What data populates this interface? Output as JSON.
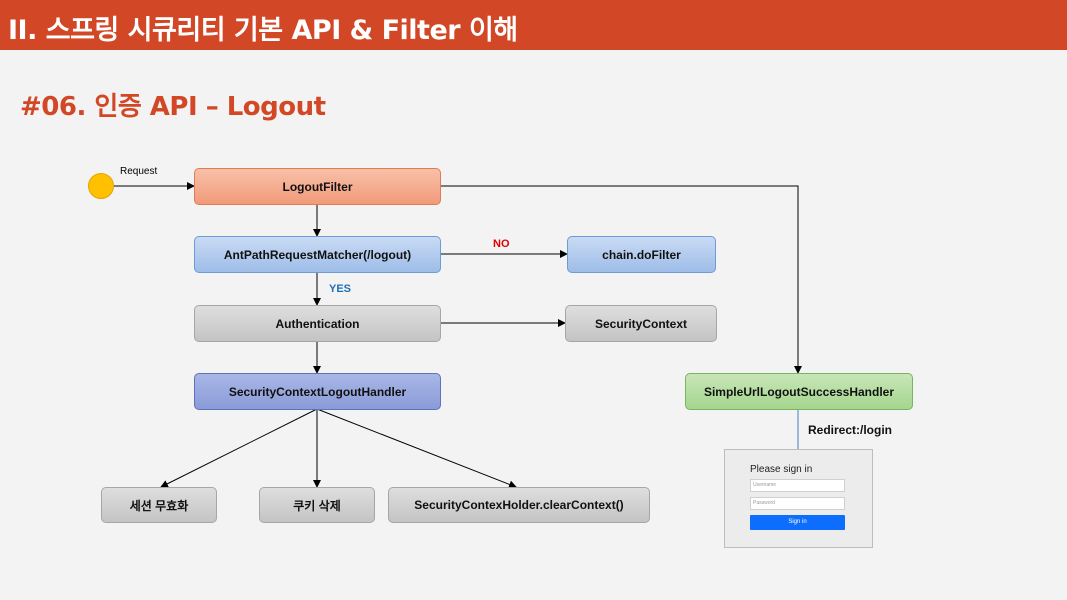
{
  "header": {
    "title": "II. 스프링 시큐리티 기본 API & Filter 이해"
  },
  "subtitle": "#06. 인증 API – Logout",
  "diagram": {
    "request_label": "Request",
    "logout_filter": "LogoutFilter",
    "matcher": "AntPathRequestMatcher(/logout)",
    "no_label": "NO",
    "yes_label": "YES",
    "do_filter": "chain.doFilter",
    "authentication": "Authentication",
    "security_context": "SecurityContext",
    "logout_handler": "SecurityContextLogoutHandler",
    "success_handler": "SimpleUrlLogoutSuccessHandler",
    "redirect_label": "Redirect:/login",
    "session_invalidate": "세션 무효화",
    "cookie_delete": "쿠키 삭제",
    "clear_context": "SecurityContexHolder.clearContext()"
  },
  "login_panel": {
    "title": "Please sign in",
    "username_placeholder": "Username",
    "password_placeholder": "Password",
    "signin_button": "Sign in"
  },
  "colors": {
    "header": "#d24726",
    "accent_text": "#d24726",
    "start_node": "#ffc000",
    "no_label": "#e00000",
    "yes_label": "#1f6fb8"
  }
}
